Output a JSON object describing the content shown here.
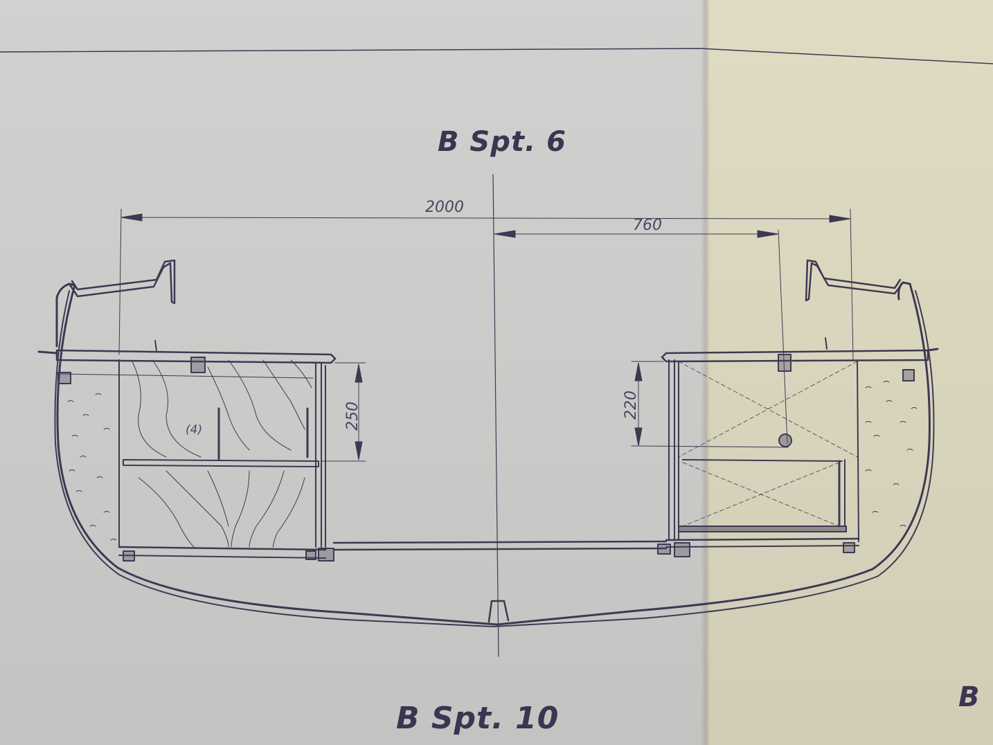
{
  "drawing": {
    "title_top": "B Spt. 6",
    "title_bottom": "B Spt. 10",
    "title_edge": "B",
    "part_label": "(4)"
  },
  "dimensions": {
    "overall_width": "2000",
    "half_offset": "760",
    "left_height": "250",
    "right_height": "220"
  },
  "colors": {
    "ink": "#3a3550",
    "paper_left": "#cbcac8",
    "paper_right": "#d9d5bd"
  }
}
